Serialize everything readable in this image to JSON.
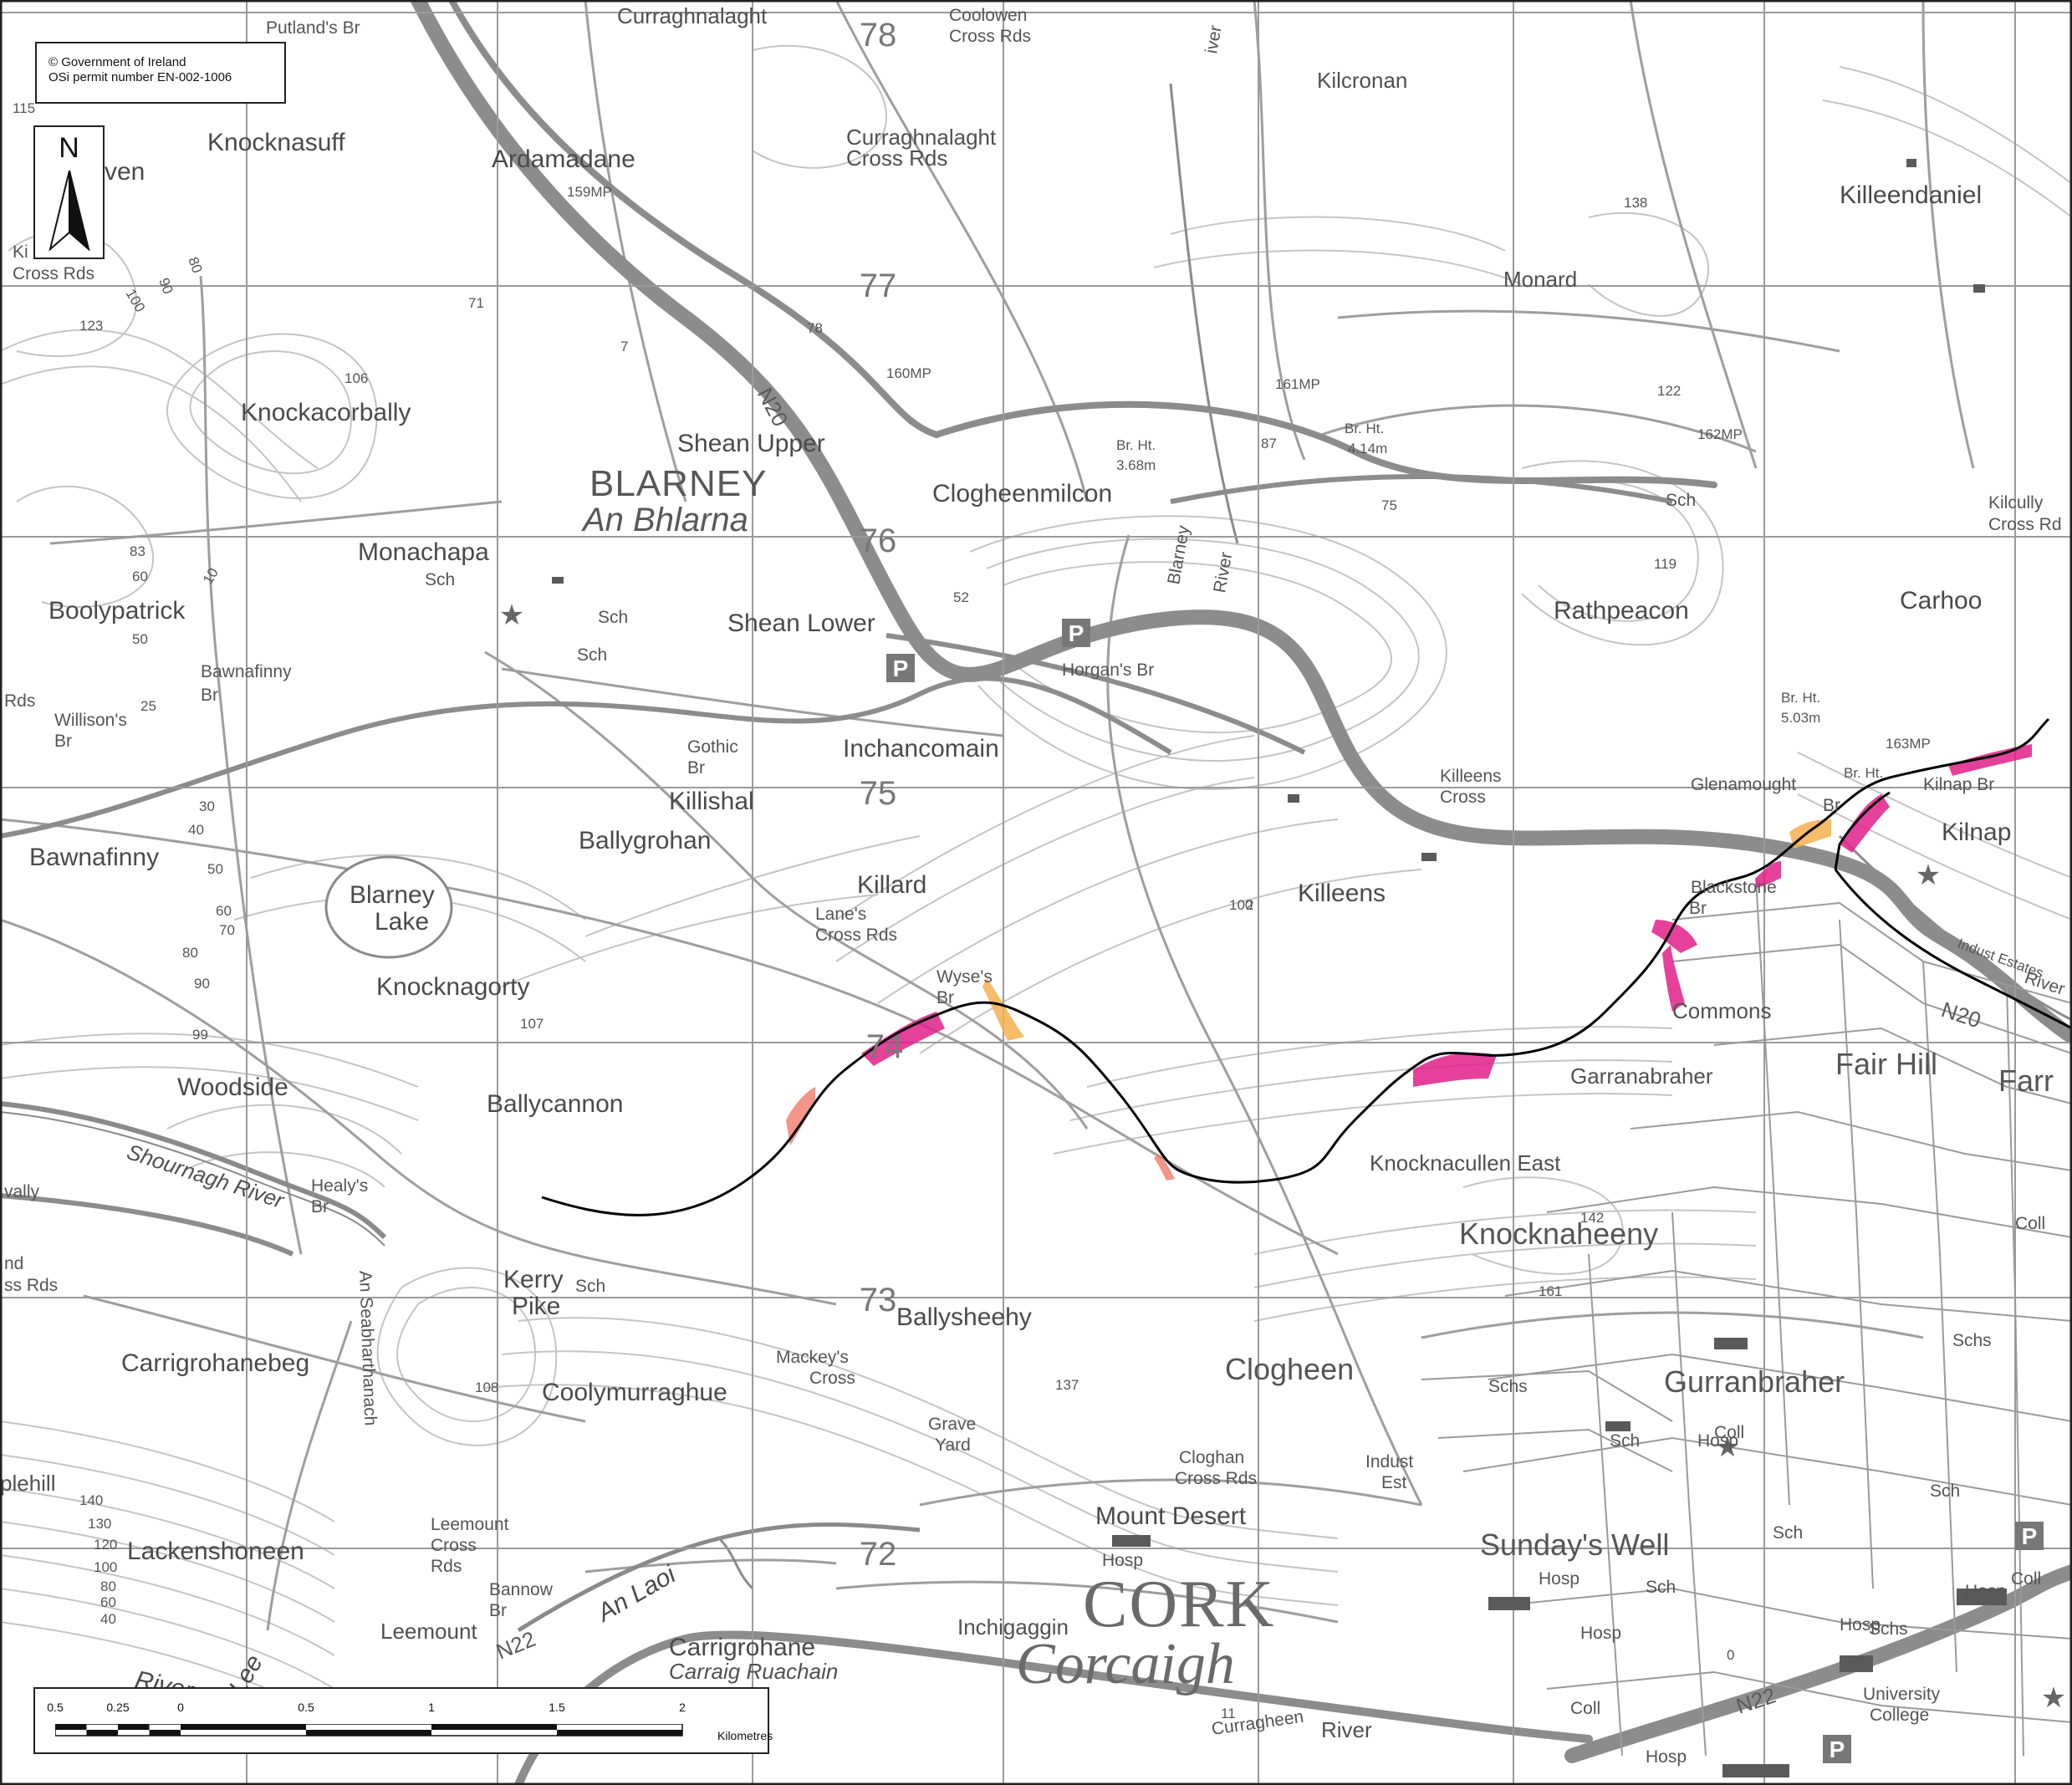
{
  "copyright": {
    "line1": "© Government of Ireland",
    "line2": "OSi permit number EN-002-1006"
  },
  "north": {
    "letter": "N"
  },
  "scale_bar": {
    "ticks": [
      "0.5",
      "0.25",
      "0",
      "0.5",
      "1",
      "1.5",
      "2"
    ],
    "units": "Kilometres"
  },
  "grid_labels": [
    "78",
    "77",
    "76",
    "75",
    "73",
    "72",
    "74"
  ],
  "roads": [
    "N20",
    "N20",
    "N22",
    "N22"
  ],
  "place_names": {
    "towns": {
      "blarney": "BLARNEY",
      "blarney_irish": "An Bhlarna",
      "cork": "CORK",
      "cork_irish": "Corcaigh"
    },
    "large": {
      "knocknaheeny": "Knocknaheeny",
      "clogheen": "Clogheen",
      "gurranbraher": "Gurranbraher",
      "sundays_well": "Sunday's Well",
      "fair_hill": "Fair Hill",
      "farr": "Farr"
    },
    "medium": {
      "knocknasuff": "Knocknasuff",
      "ardamadane": "Ardamadane",
      "knockacorbally": "Knockacorbally",
      "shean_upper": "Shean Upper",
      "clogheenmilcon": "Clogheenmilcon",
      "monachapa": "Monachapa",
      "boolypatrick": "Boolypatrick",
      "shean_lower": "Shean Lower",
      "bawnafinny_s": "Bawnafinny",
      "inchancomain": "Inchancomain",
      "killishal": "Killishal",
      "ballygrohan": "Ballygrohan",
      "killard": "Killard",
      "blarney_lake_1": "Blarney",
      "blarney_lake_2": "Lake",
      "knocknagorty": "Knocknagorty",
      "woodside": "Woodside",
      "ballycannon": "Ballycannon",
      "bawnafinny": "Bawnafinny",
      "kilcronan": "Kilcronan",
      "curraghnalaght": "Curraghnalaght",
      "curraghnalaght_cross": "Cross Rds",
      "monard": "Monard",
      "killeendaniel": "Killeendaniel",
      "rathpeacon": "Rathpeacon",
      "carhoo": "Carhoo",
      "killeens": "Killeens",
      "commons": "Commons",
      "garranabraher": "Garranabraher",
      "knocknacullen_east": "Knocknacullen East",
      "kerry_pike_1": "Kerry",
      "kerry_pike_2": "Pike",
      "carrigrohanebeg": "Carrigrohanebeg",
      "coolymurraghue": "Coolymurraghue",
      "ballysheehy": "Ballysheehy",
      "lackenshoneen": "Lackenshoneen",
      "mount_desert": "Mount Desert",
      "carrigrohane": "Carrigrohane",
      "carraig_ruachain": "Carraig Ruachain",
      "inchigaggin": "Inchigaggin",
      "an_laoi": "An Laoi",
      "river_lee_1": "River",
      "river_lee_2": "Lee",
      "kilnap": "Kilnap",
      "curragheen_river": "River",
      "leemount": "Leemount",
      "shournagh_river": "Shournagh River",
      "plehill": "plehill",
      "curraghnalaght_top": "Curraghnalaght",
      "coolowen": "Coolowen",
      "coolowen_cross": "Cross Rds",
      "putlands": "Putland's Br"
    },
    "small": {
      "horgans_br": "Horgan's Br",
      "gothic_br_1": "Gothic",
      "gothic_br_2": "Br",
      "lanes_cross_1": "Lane's",
      "lanes_cross_2": "Cross Rds",
      "wyses_br_1": "Wyse's",
      "wyses_br_2": "Br",
      "healys_br_1": "Healy's",
      "healys_br_2": "Br",
      "mackeys_1": "Mackey's",
      "mackeys_2": "Cross",
      "grave_yard_1": "Grave",
      "grave_yard_2": "Yard",
      "cloghan_1": "Cloghan",
      "cloghan_2": "Cross Rds",
      "indust_est_1": "Indust",
      "indust_est_2": "Est",
      "indust_estates": "Indust Estates",
      "leemount_cross_1": "Leemount",
      "leemount_cross_2": "Cross",
      "leemount_cross_3": "Rds",
      "bannow_1": "Bannow",
      "bannow_2": "Br",
      "killeens_cross_1": "Killeens",
      "killeens_cross_2": "Cross",
      "glenamought": "Glenamought",
      "glenamought_br": "Br",
      "blackstone": "Blackstone",
      "blackstone_br": "Br",
      "kilnap_br": "Kilnap Br",
      "kilcully_1": "Kilcully",
      "kilcully_2": "Cross Rd",
      "kil_cross_1": "Ki",
      "kil_cross_2": "Cross Rds",
      "willisons_1": "Willison's",
      "willisons_2": "Br",
      "bawnafinny_br_1": "Bawnafinny",
      "bawnafinny_br_2": "Br",
      "agh_rds": "Rds",
      "vally": "vally",
      "nd_rds_1": "nd",
      "nd_rds_2": "ss Rds",
      "university_1": "University",
      "university_2": "College",
      "curragheen": "Curragheen",
      "br_ht_1a": "Br. Ht.",
      "br_ht_1b": "3.68m",
      "br_ht_2a": "Br. Ht.",
      "br_ht_2b": "4.14m",
      "br_ht_3a": "Br. Ht.",
      "br_ht_3b": "5.03m",
      "br_ht_4": "Br. Ht.",
      "mp_159": "159MP",
      "mp_160": "160MP",
      "mp_161": "161MP",
      "mp_162": "162MP",
      "mp_163": "163MP",
      "sch": "Sch",
      "schs": "Schs",
      "hosp": "Hosp",
      "coll": "Coll",
      "an_seabhartlanach": "An Seabharthanach",
      "blarney_river_1": "Blarney",
      "blarney_river_2": "River",
      "river_top": "iver",
      "river_e": "River",
      "ven": "ven",
      "n20_ne": "N20",
      "br": "Br",
      "sch_small": "Sch"
    },
    "spot_heights": [
      "115",
      "123",
      "106",
      "71",
      "78",
      "83",
      "60",
      "50",
      "25",
      "30",
      "40",
      "50",
      "60",
      "70",
      "80",
      "90",
      "99",
      "107",
      "52",
      "87",
      "75",
      "119",
      "138",
      "122",
      "100",
      "142",
      "161",
      "137",
      "108",
      "11",
      "140",
      "130",
      "120",
      "100",
      "80",
      "60",
      "40",
      "90",
      "80",
      "100",
      "7",
      "0",
      "10",
      "2"
    ]
  },
  "colors": {
    "grid_line": "#9a9a9a",
    "motorway": "#8c8c8c",
    "road": "#9a9a9a",
    "contour": "#bdbdbd",
    "flood_extent": "#000000",
    "flood_high": "#e0208a",
    "flood_medium": "#f07a6a",
    "flood_low": "#f5b050"
  }
}
